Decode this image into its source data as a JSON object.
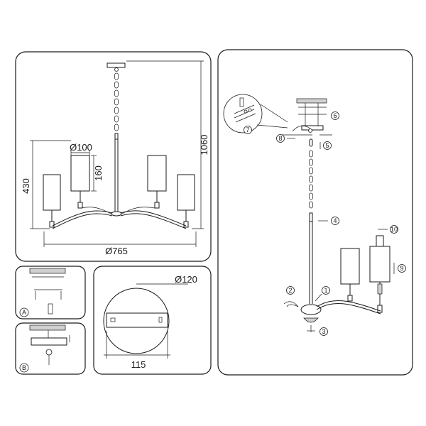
{
  "main_view": {
    "height_label": "1060",
    "arm_height_label": "430",
    "shade_diameter_label": "Ø100",
    "shade_height_label": "160",
    "width_label": "Ø765"
  },
  "canopy_view": {
    "diameter_label": "Ø120",
    "width_label": "115"
  },
  "detail_a": {
    "label": "A"
  },
  "detail_b": {
    "label": "B"
  },
  "assembly_steps": [
    "1",
    "2",
    "3",
    "4",
    "5",
    "6",
    "7",
    "8",
    "9",
    "10"
  ]
}
